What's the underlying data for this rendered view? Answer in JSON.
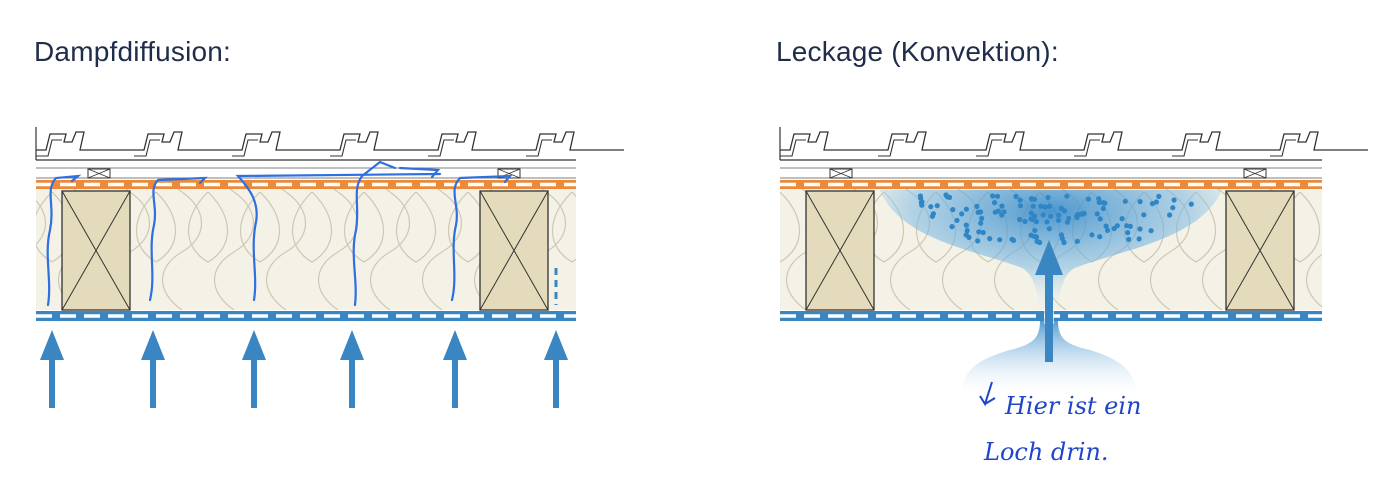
{
  "panels": {
    "left": {
      "title": "Dampfdiffusion:"
    },
    "right": {
      "title": "Leckage (Konvektion):"
    }
  },
  "annotation": {
    "line1": "Hier ist ein",
    "line2": "Loch drin."
  },
  "colors": {
    "title": "#1f2d4a",
    "vapour_barrier": "#3a86c3",
    "underlay": "#ec8a3a",
    "insulation": "#f4f1e6",
    "rafter": "#e3dbbb",
    "hand_ink": "#2f6fe0",
    "arrow": "#3a86c3"
  },
  "icons": [
    "roof-tile-icon",
    "rafter-icon",
    "up-arrow-icon",
    "vapour-path-icon",
    "droplet-icon"
  ]
}
